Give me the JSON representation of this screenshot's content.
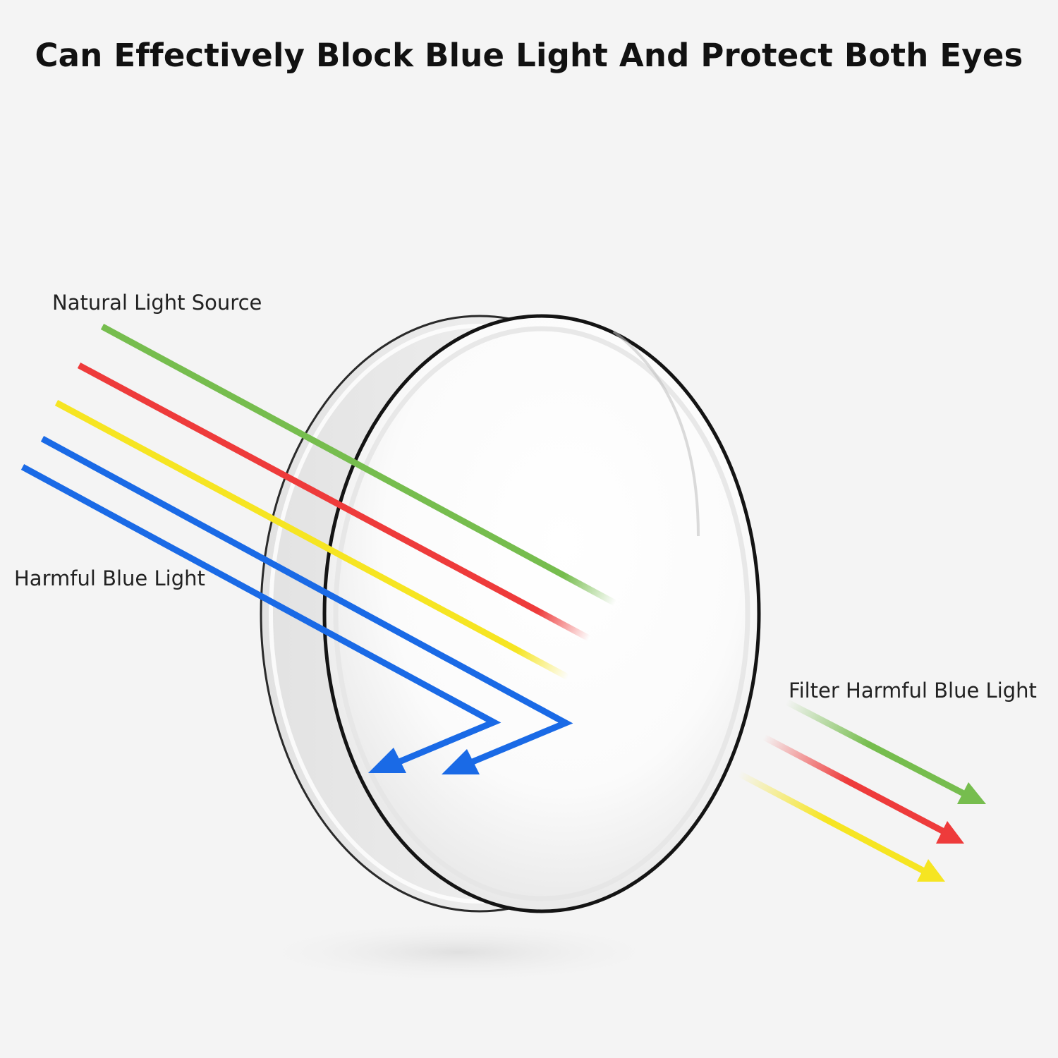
{
  "title": "Can Effectively Block Blue Light And Protect Both Eyes",
  "labels": {
    "natural_light_source": "Natural Light Source",
    "harmful_blue_light": "Harmful Blue Light",
    "filter_harmful_blue_light": "Filter Harmful Blue Light"
  },
  "colors": {
    "background": "#f4f4f4",
    "green": "#76bd4e",
    "red": "#ee3b3b",
    "yellow": "#f6e522",
    "blue": "#1a6ae6",
    "lens_rim": "#1a1a1a"
  },
  "icons": {
    "lens": "lens-icon",
    "reflection_arrow": "arrow-icon"
  }
}
